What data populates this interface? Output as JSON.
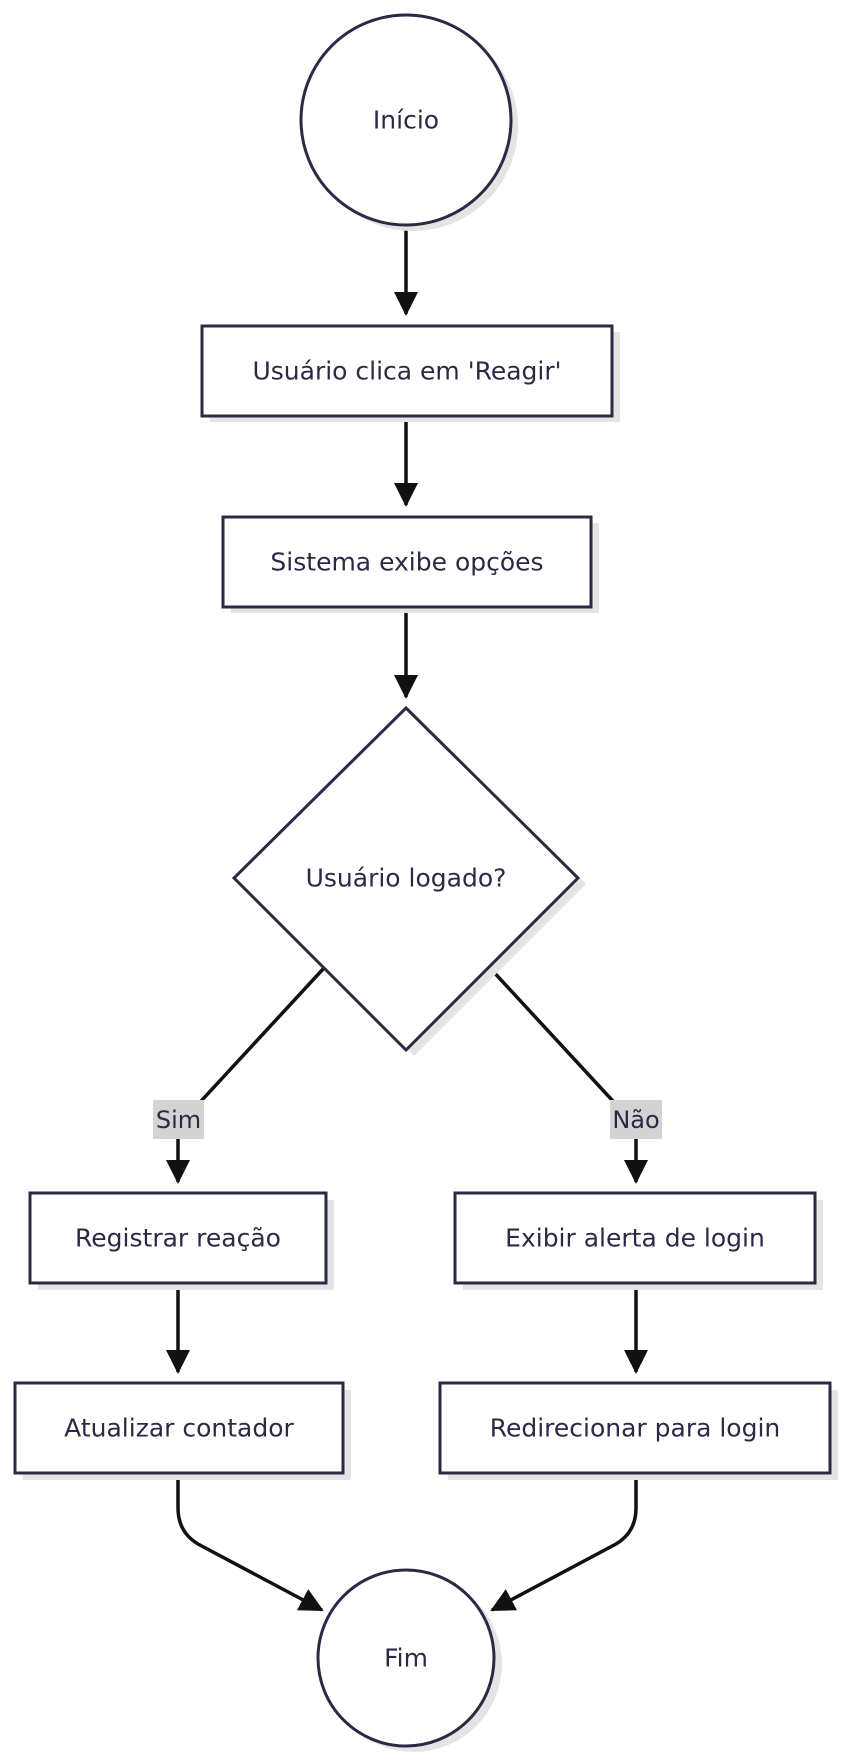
{
  "diagram": {
    "nodes": {
      "start": {
        "label": "Início"
      },
      "click": {
        "label": "Usuário clica em 'Reagir'"
      },
      "options": {
        "label": "Sistema exibe opções"
      },
      "logged": {
        "label": "Usuário logado?"
      },
      "register": {
        "label": "Registrar reação"
      },
      "alert": {
        "label": "Exibir alerta de login"
      },
      "counter": {
        "label": "Atualizar contador"
      },
      "redirect": {
        "label": "Redirecionar para login"
      },
      "end": {
        "label": "Fim"
      }
    },
    "edge_labels": {
      "yes": "Sim",
      "no": "Não"
    },
    "colors": {
      "node_stroke": "#2b2a45",
      "edge": "#111111",
      "label_bg": "#d3d3d3"
    }
  }
}
